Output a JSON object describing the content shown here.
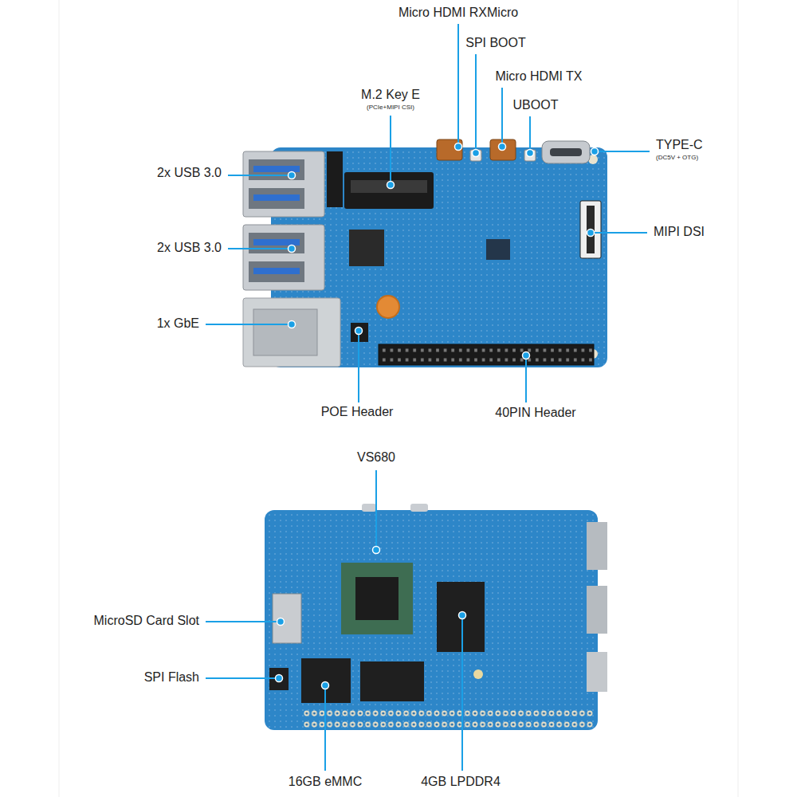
{
  "diagram": {
    "labels": [
      "Micro HDMI RXMicro",
      "SPI BOOT",
      "Micro HDMI TX",
      "UBOOT",
      "M.2 Key E",
      "(PCIe+MIPI CSI)",
      "TYPE-C",
      "(DC5V + OTG)",
      "2x USB 3.0",
      "2x USB 3.0",
      "MIPI DSI",
      "1x GbE",
      "POE Header",
      "40PIN Header",
      "VS680",
      "MicroSD Card Slot",
      "SPI Flash",
      "16GB eMMC",
      "4GB LPDDR4"
    ]
  }
}
